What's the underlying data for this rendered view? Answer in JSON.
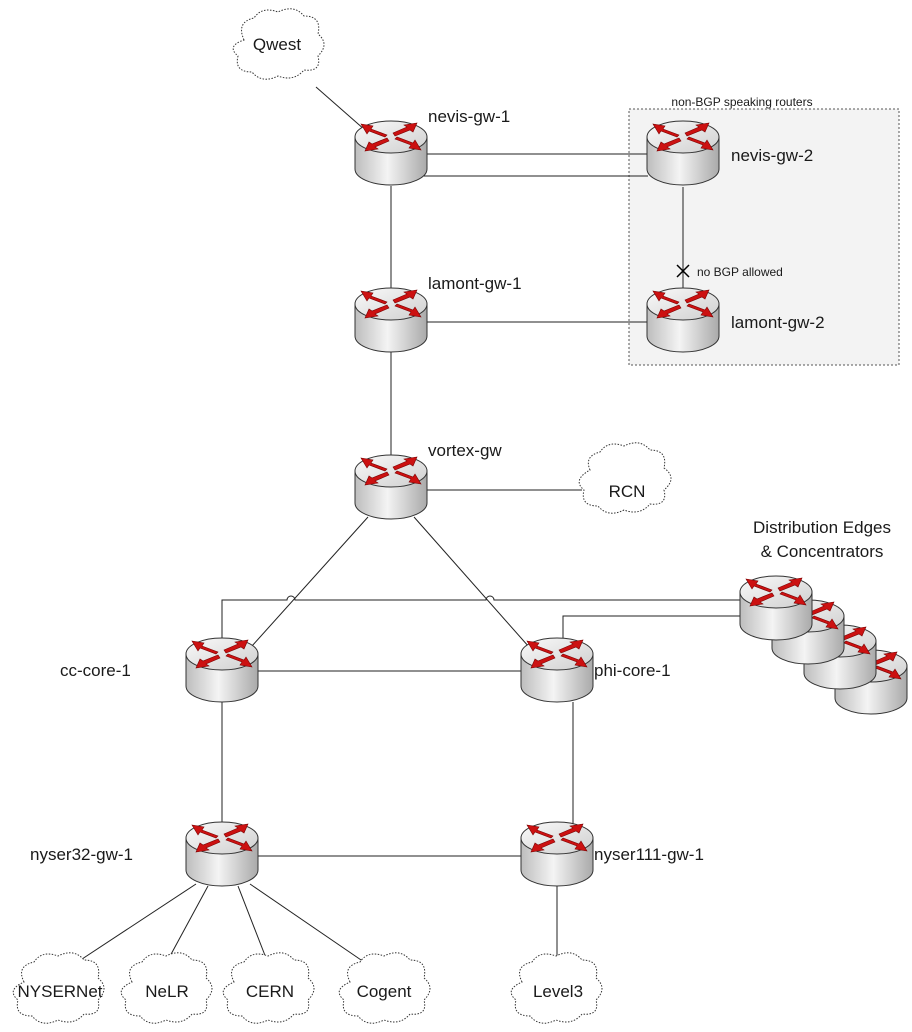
{
  "clouds": {
    "qwest": "Qwest",
    "rcn": "RCN",
    "nysernet": "NYSERNet",
    "nelr": "NeLR",
    "cern": "CERN",
    "cogent": "Cogent",
    "level3": "Level3"
  },
  "routers": {
    "nevis_gw_1": "nevis-gw-1",
    "nevis_gw_2": "nevis-gw-2",
    "lamont_gw_1": "lamont-gw-1",
    "lamont_gw_2": "lamont-gw-2",
    "vortex_gw": "vortex-gw",
    "cc_core_1": "cc-core-1",
    "phi_core_1": "phi-core-1",
    "nyser32_gw_1": "nyser32-gw-1",
    "nyser111_gw_1": "nyser111-gw-1"
  },
  "group": {
    "non_bgp_title": "non-BGP speaking routers",
    "no_bgp_note": "no BGP allowed"
  },
  "distribution": {
    "line1": "Distribution Edges",
    "line2": "& Concentrators"
  },
  "colors": {
    "router_arrow": "#cc1111",
    "router_body": "#c8c8c8",
    "group_fill": "#f3f3f3"
  }
}
